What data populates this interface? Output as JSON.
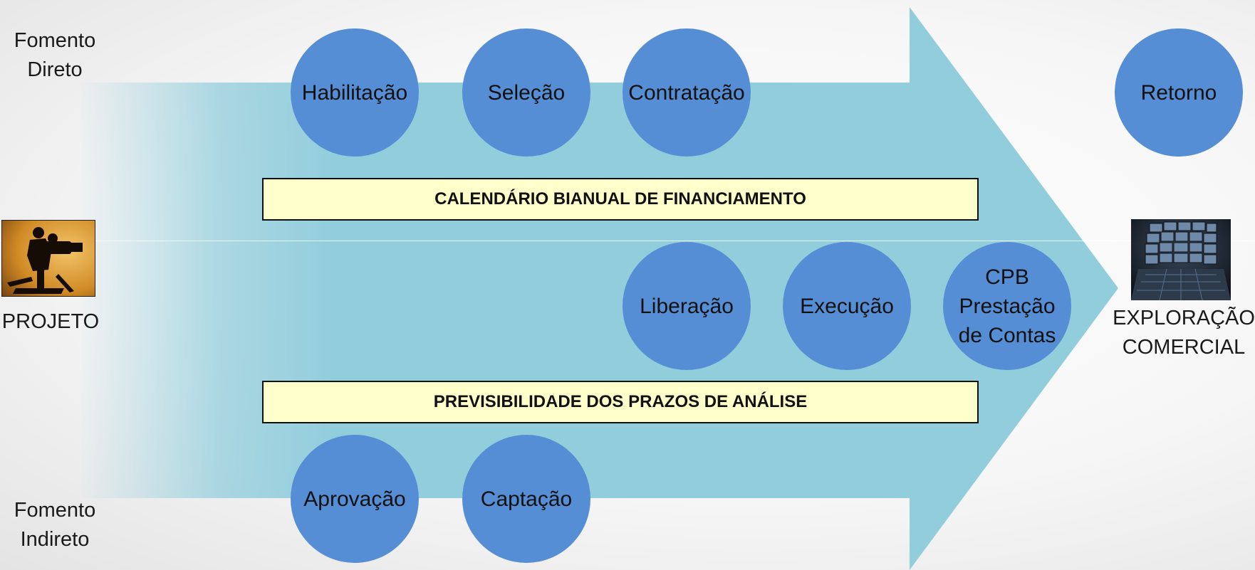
{
  "labels": {
    "fomento_direto": "Fomento\nDireto",
    "fomento_indireto": "Fomento\nIndireto",
    "projeto": "PROJETO",
    "exploracao": "EXPLORAÇÃO\nCOMERCIAL"
  },
  "steps": {
    "habilitacao": "Habilitação",
    "selecao": "Seleção",
    "contratacao": "Contratação",
    "retorno": "Retorno",
    "liberacao": "Liberação",
    "execucao": "Execução",
    "cpb": "CPB\nPrestação\nde Contas",
    "aprovacao": "Aprovação",
    "captacao": "Captação"
  },
  "banners": {
    "calendario": "CALENDÁRIO BIANUAL DE FINANCIAMENTO",
    "previsibilidade": "PREVISIBILIDADE DOS PRAZOS DE ANÁLISE"
  },
  "colors": {
    "arrow": "#92cddc",
    "circle": "#558ed5",
    "banner_fill": "#ffffcc",
    "banner_border": "#111111"
  },
  "icons": {
    "projeto": "film-camera-operator-icon",
    "exploracao": "tv-screens-wall-icon"
  }
}
